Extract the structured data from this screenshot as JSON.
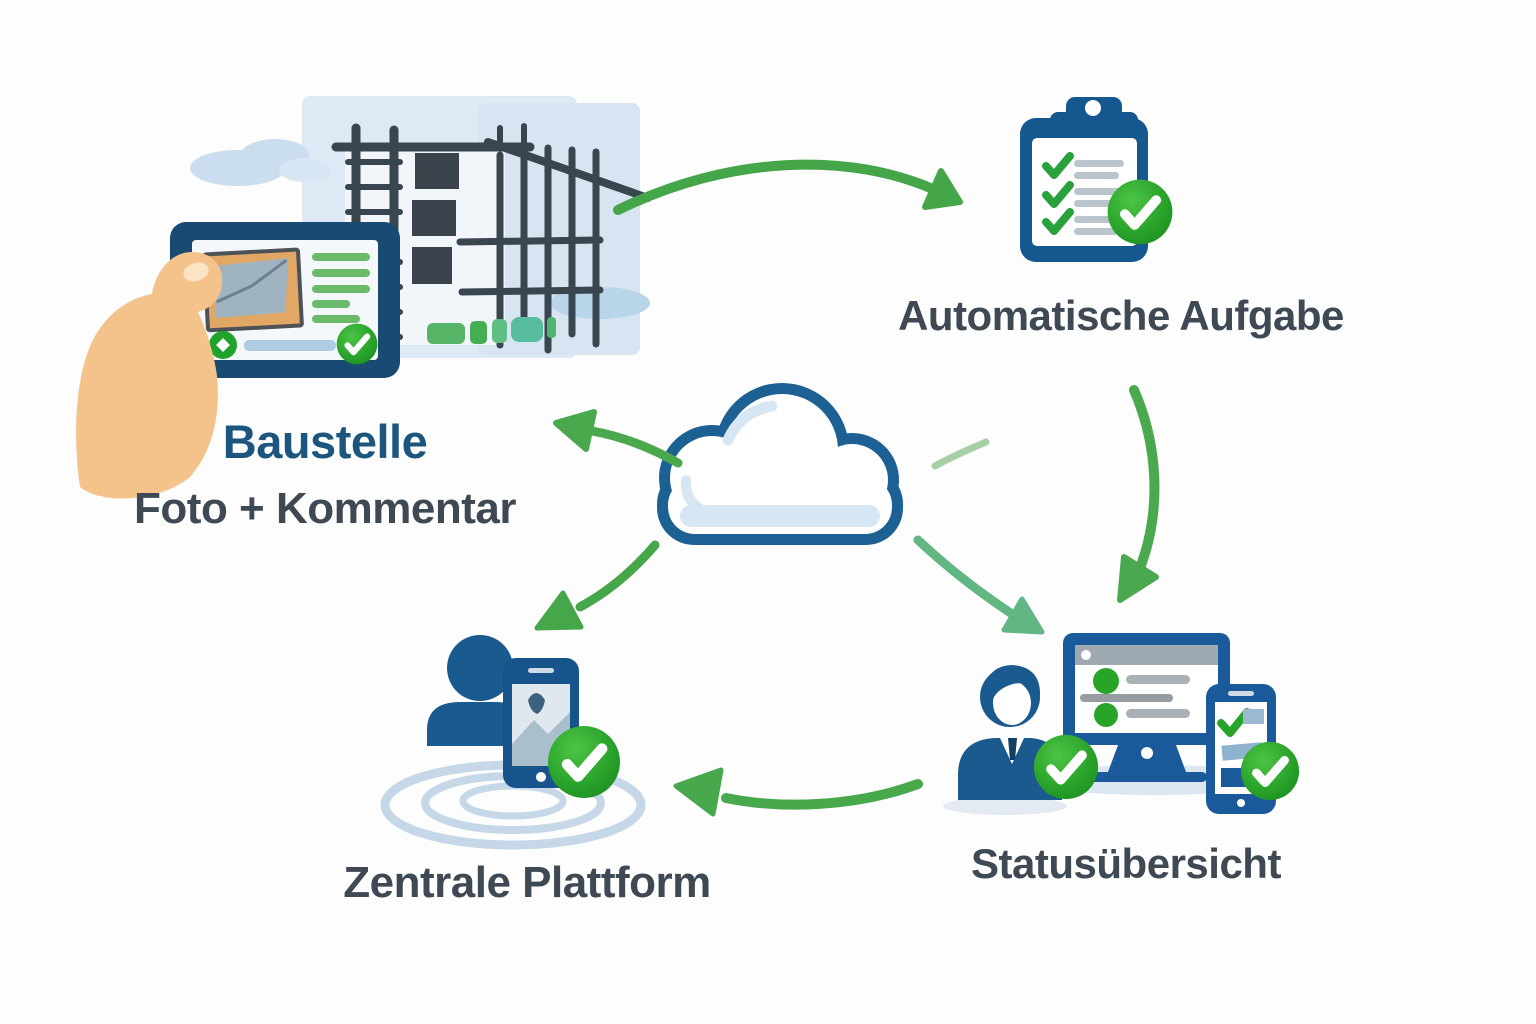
{
  "diagram": {
    "type": "workflow-cycle",
    "labels": {
      "baustelle": "Baustelle",
      "foto_kommentar": "Foto + Kommentar",
      "automatische_aufgabe": "Automatische Aufgabe",
      "zentrale_plattform": "Zentrale Plattform",
      "statusuebersicht": "Statusübersicht"
    },
    "nodes": [
      {
        "id": "baustelle",
        "label": "Baustelle",
        "sublabel": "Foto + Kommentar",
        "icon": "hand-tablet-construction-site-icon"
      },
      {
        "id": "automatische-aufgabe",
        "label": "Automatische Aufgabe",
        "icon": "clipboard-checklist-icon"
      },
      {
        "id": "cloud",
        "label": "",
        "icon": "cloud-icon"
      },
      {
        "id": "statusuebersicht",
        "label": "Statusübersicht",
        "icon": "person-monitor-phone-icon"
      },
      {
        "id": "zentrale-plattform",
        "label": "Zentrale Plattform",
        "icon": "person-smartphone-ripples-icon"
      }
    ],
    "connections": [
      {
        "from": "baustelle",
        "to": "automatische-aufgabe",
        "style": "curved-green-arrow"
      },
      {
        "from": "automatische-aufgabe",
        "to": "statusuebersicht",
        "style": "curved-green-arrow"
      },
      {
        "from": "cloud",
        "to": "baustelle",
        "style": "curved-green-arrow"
      },
      {
        "from": "cloud",
        "to": "zentrale-plattform",
        "style": "curved-green-arrow"
      },
      {
        "from": "cloud",
        "to": "statusuebersicht",
        "style": "curved-green-arrow"
      },
      {
        "from": "statusuebersicht",
        "to": "zentrale-plattform",
        "style": "curved-green-arrow"
      }
    ],
    "colors": {
      "primary_blue": "#1a5a8e",
      "dark_blue_text": "#1c567e",
      "dark_gray_text": "#3e4953",
      "arrow_green": "#46a74a",
      "check_green": "#2da32b",
      "light_blue_wash": "#dce8f3",
      "hand_skin": "#f4c38c",
      "photo_orange": "#e0a765"
    }
  }
}
